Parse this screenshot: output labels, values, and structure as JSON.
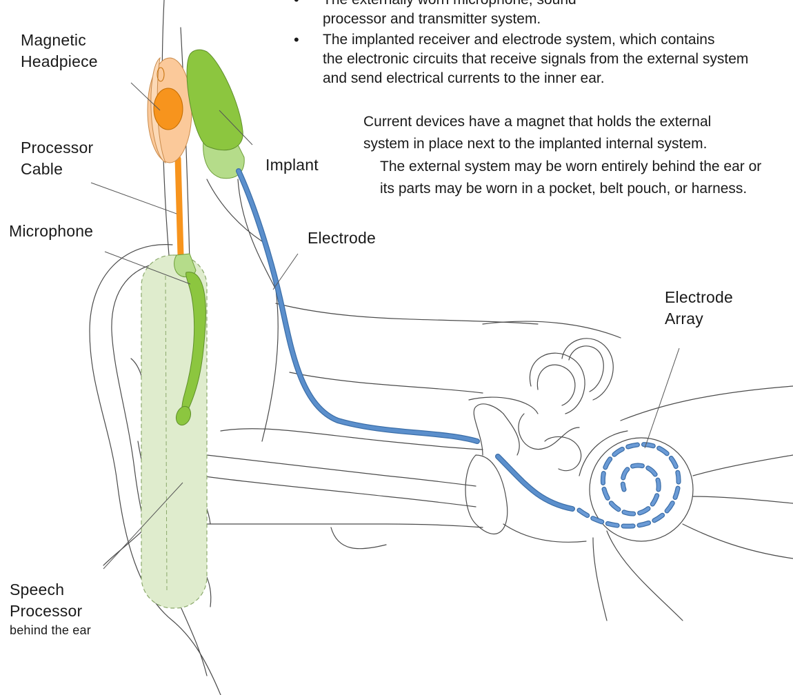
{
  "bullets": [
    {
      "line1": "The externally worn microphone, sound",
      "line2": "processor and transmitter system."
    },
    {
      "line1": "The implanted receiver and electrode system, which contains",
      "line2": " the electronic circuits that receive signals from the external system",
      "line3": "and send electrical currents to the inner ear."
    }
  ],
  "paragraph": {
    "line1": "Current devices have a magnet that holds the external",
    "line2": "system in place next to the implanted internal system.",
    "line3": "The external system may be worn entirely behind the ear or",
    "line4": "its parts may be worn in a pocket, belt pouch, or harness."
  },
  "labels": {
    "magnetic_headpiece": {
      "line1": "Magnetic",
      "line2": "Headpiece"
    },
    "processor_cable": {
      "line1": "Processor",
      "line2": "Cable"
    },
    "microphone": "Microphone",
    "implant": "Implant",
    "electrode": "Electrode",
    "electrode_array": {
      "line1": "Electrode",
      "line2": "Array"
    },
    "speech_processor": {
      "line1": "Speech",
      "line2": "Processor",
      "line3": "behind the ear"
    }
  },
  "colors": {
    "headpiece_light": "#fbc99a",
    "headpiece_dark": "#f7941d",
    "cable": "#f7941d",
    "implant_green": "#8cc63f",
    "implant_light": "#b5dc8a",
    "electrode_blue": "#5b8fcc",
    "processor_fill": "#dfeccd",
    "outline": "#555555"
  }
}
